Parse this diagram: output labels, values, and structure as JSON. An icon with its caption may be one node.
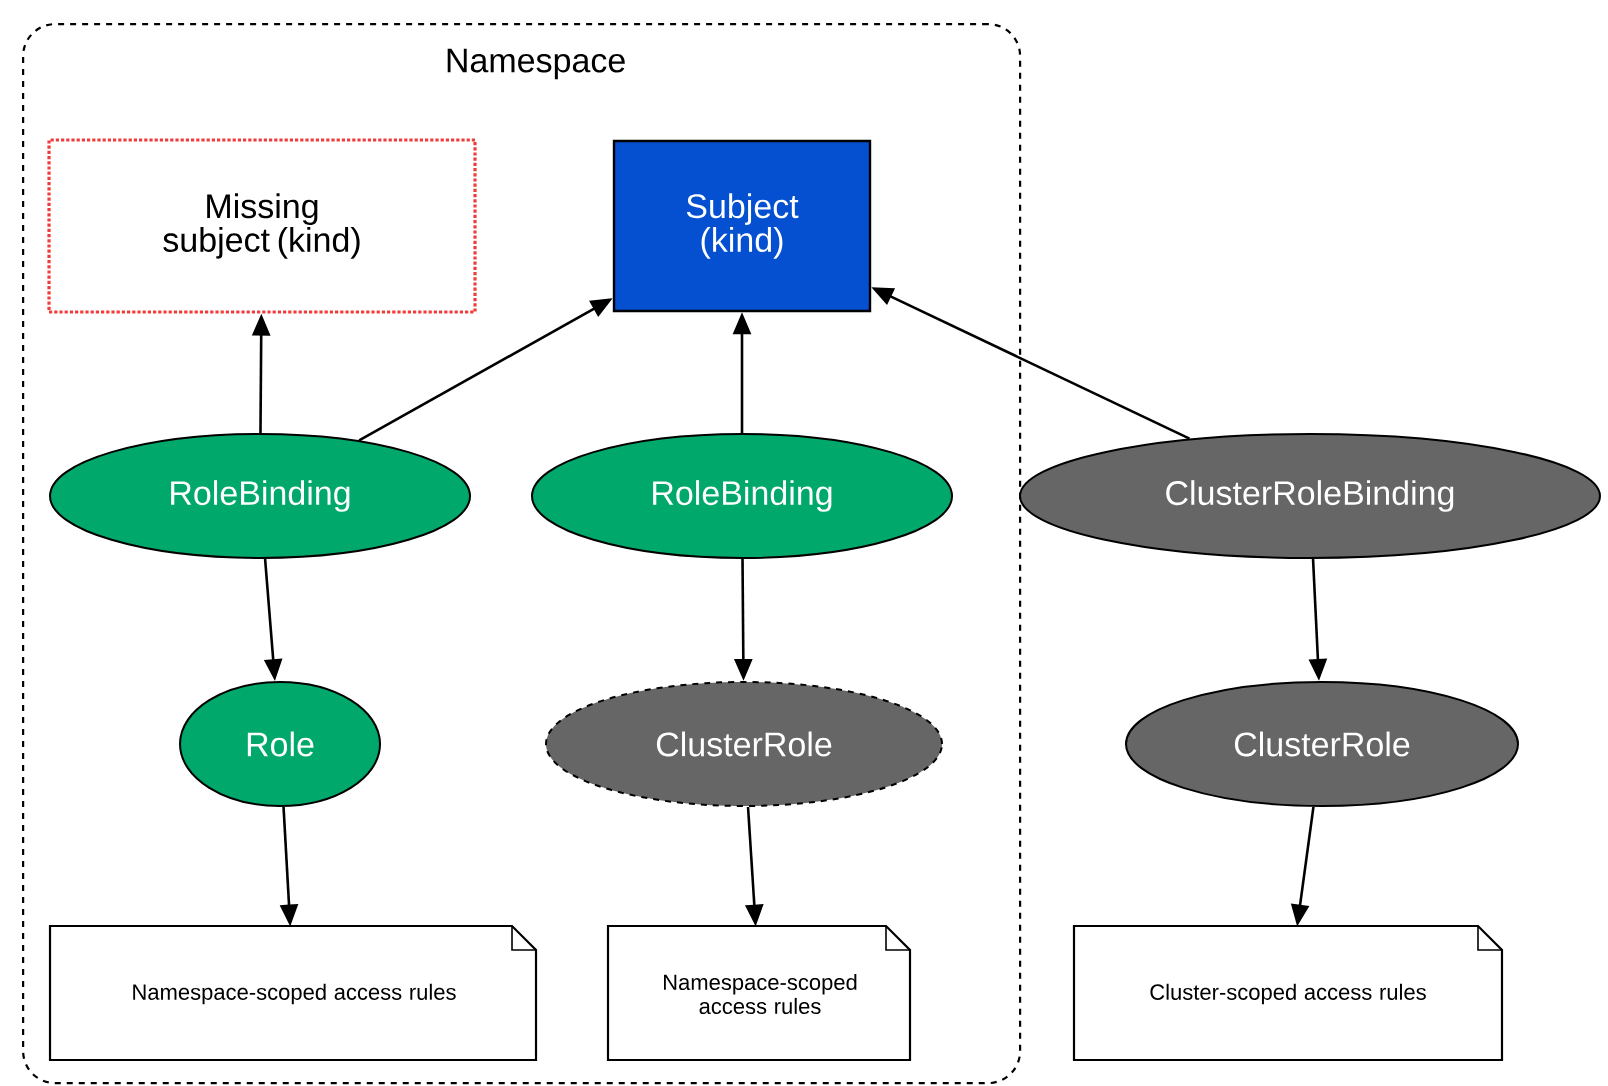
{
  "diagram": {
    "nodes": [
      {
        "text": [
          "Namespace"
        ]
      },
      {
        "text": [
          "Missing subject (kind)"
        ],
        "in": 0
      },
      {
        "text": [
          "Subject (kind)"
        ],
        "in": 0
      },
      {
        "text": [
          "RoleBinding"
        ],
        "in": 0
      },
      {
        "text": [
          "RoleBinding"
        ],
        "in": 0
      },
      {
        "text": [
          "ClusterRoleBinding"
        ]
      },
      {
        "text": [
          "Role"
        ],
        "in": 0
      },
      {
        "text": [
          "ClusterRole"
        ],
        "in": 0
      },
      {
        "text": [
          "ClusterRole"
        ]
      },
      {
        "text": [
          "Namespace-scoped access rules"
        ],
        "in": 0
      },
      {
        "text": [
          "Namespace-scoped access rules"
        ],
        "in": 0
      },
      {
        "text": [
          "Cluster-scoped access rules"
        ]
      }
    ],
    "edges": [
      {
        "from": 3,
        "to": 1,
        "arrow": "to"
      },
      {
        "from": 3,
        "to": 2,
        "arrow": "to"
      },
      {
        "from": 4,
        "to": 2,
        "arrow": "to"
      },
      {
        "from": 5,
        "to": 2,
        "arrow": "to"
      },
      {
        "from": 3,
        "to": 6,
        "arrow": "to"
      },
      {
        "from": 4,
        "to": 7,
        "arrow": "to"
      },
      {
        "from": 5,
        "to": 8,
        "arrow": "to"
      },
      {
        "from": 6,
        "to": 9,
        "arrow": "to"
      },
      {
        "from": 7,
        "to": 10,
        "arrow": "to"
      },
      {
        "from": 8,
        "to": 11,
        "arrow": "to"
      }
    ]
  }
}
